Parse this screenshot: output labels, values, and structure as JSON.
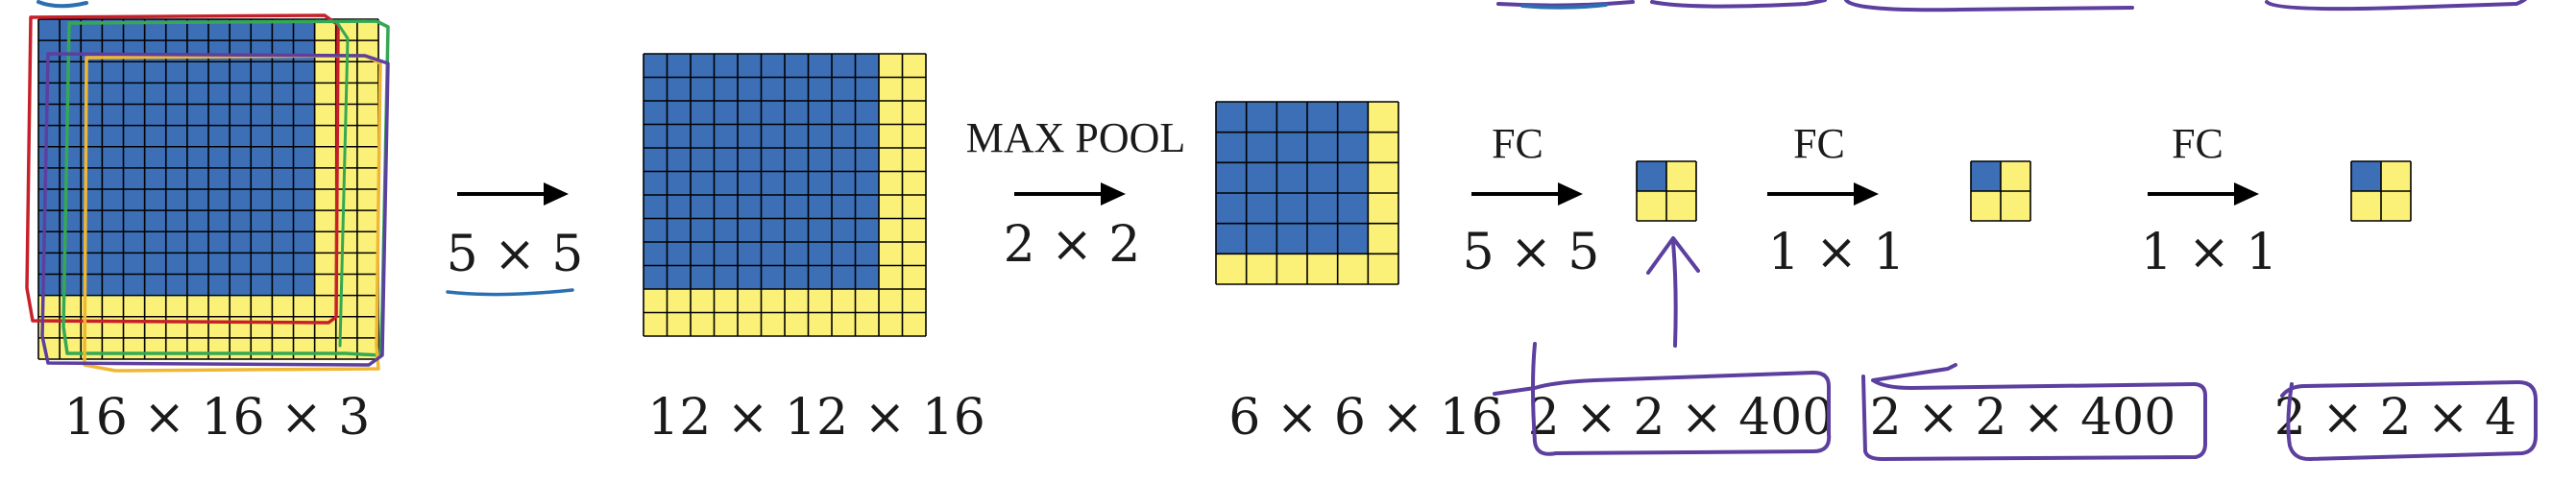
{
  "colors": {
    "blue": "#3d6fb6",
    "yellow": "#fbf078",
    "grid_line": "#000000",
    "text": "#1a1a1a",
    "ink_purple": "#5c3f9e",
    "ink_blue": "#2c6fb0",
    "ink_red": "#c8202a",
    "ink_green": "#34a853",
    "ink_orange": "#f0b733"
  },
  "volumes": [
    {
      "id": "input",
      "label": "16 × 16 × 3",
      "grid": 16,
      "blue": 13
    },
    {
      "id": "conv",
      "label": "12 × 12 × 16",
      "grid": 12,
      "blue": 10
    },
    {
      "id": "pool",
      "label": "6 × 6 × 16",
      "grid": 6,
      "blue": 5
    },
    {
      "id": "fc1",
      "label": "2 × 2 × 400",
      "grid": 2,
      "blue": 1
    },
    {
      "id": "fc2",
      "label": "2 × 2 × 400",
      "grid": 2,
      "blue": 1
    },
    {
      "id": "out",
      "label": "2 × 2 × 4",
      "grid": 2,
      "blue": 1
    }
  ],
  "operations": [
    {
      "id": "op1",
      "top": "",
      "bottom": "5 × 5"
    },
    {
      "id": "op2",
      "top": "MAX POOL",
      "bottom": "2 × 2"
    },
    {
      "id": "op3",
      "top": "FC",
      "bottom": "5 × 5"
    },
    {
      "id": "op4",
      "top": "FC",
      "bottom": "1 × 1"
    },
    {
      "id": "op5",
      "top": "FC",
      "bottom": "1 × 1"
    }
  ]
}
